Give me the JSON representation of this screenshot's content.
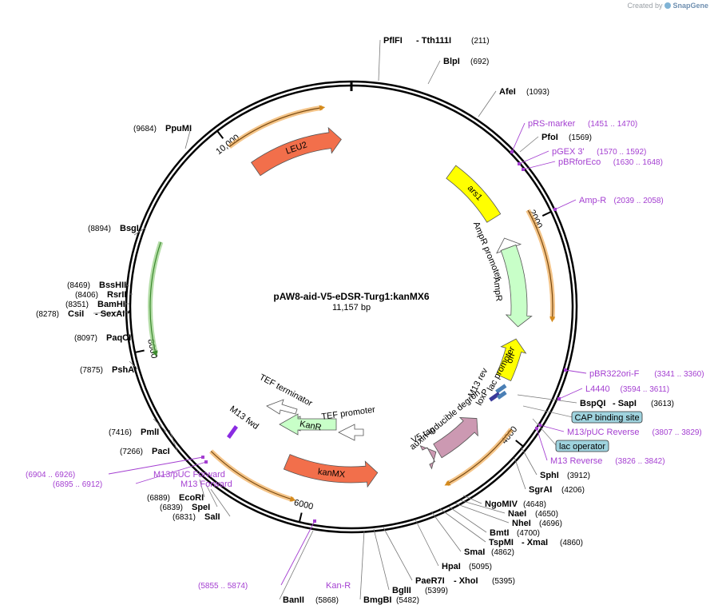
{
  "credit": {
    "prefix": "Created by",
    "brand": "SnapGene"
  },
  "plasmid": {
    "name": "pAW8-aid-V5-eDSR-Turg1:kanMX6",
    "size_label": "11,157 bp"
  },
  "ticks": [
    {
      "label": "2000",
      "bp": 2000
    },
    {
      "label": "4000",
      "bp": 4000
    },
    {
      "label": "6000",
      "bp": 6000
    },
    {
      "label": "8000",
      "bp": 8000
    },
    {
      "label": "10,000",
      "bp": 10000
    }
  ],
  "features": [
    {
      "name": "LEU2",
      "start": 10080,
      "end": 11050,
      "strand": 1,
      "color": "#f26f4b",
      "track": 1,
      "label_inside": true
    },
    {
      "name": "ars1",
      "start": 1130,
      "end": 1800,
      "strand": 0,
      "color": "#ffff00",
      "track": 1,
      "label_inside": true
    },
    {
      "name": "AmpR promoter",
      "start": 2040,
      "end": 2150,
      "strand": -1,
      "color": "#ffffff",
      "track": 1,
      "label_inside": false
    },
    {
      "name": "AmpR",
      "start": 2150,
      "end": 3000,
      "strand": 1,
      "color": "#c8ffc8",
      "track": 1,
      "label_inside": false
    },
    {
      "name": "ori",
      "start": 3130,
      "end": 3560,
      "strand": -1,
      "color": "#ffff00",
      "track": 1,
      "label_inside": true
    },
    {
      "name": "kanMX",
      "start": 5300,
      "end": 6280,
      "strand": -1,
      "color": "#f26f4b",
      "track": 1,
      "label_inside": true
    },
    {
      "name": "auxin-inducible degron",
      "start": 4080,
      "end": 4620,
      "strand": -1,
      "color": "#cc99b2",
      "track": 1,
      "label_inside": false
    },
    {
      "name": "V5 tag",
      "start": 4640,
      "end": 4700,
      "strand": -1,
      "color": "#cc99b2",
      "track": 1,
      "label_inside": false
    }
  ],
  "free_arrows": [
    {
      "name": "KanR",
      "color": "#c8ffc8",
      "label_inside": true
    },
    {
      "name": "TEF terminator",
      "color": "#ffffff",
      "label_inside": false
    },
    {
      "name": "TEF promoter",
      "color": "#ffffff",
      "label_inside": false
    },
    {
      "name": "M13 fwd",
      "color": "#8a2be2",
      "label_inside": false
    }
  ],
  "small_features": [
    {
      "name": "M13 rev"
    },
    {
      "name": "loxP"
    },
    {
      "name": "lac promoter"
    }
  ],
  "inner_arcs": [
    {
      "start": 10000,
      "end": 10900,
      "color": "#f0b060",
      "strand": 1
    },
    {
      "start": 1900,
      "end": 2900,
      "color": "#f0b060",
      "strand": 1
    },
    {
      "start": 3950,
      "end": 4700,
      "color": "#f0b060",
      "strand": 1
    },
    {
      "start": 6100,
      "end": 6950,
      "color": "#f0b060",
      "strand": -1
    },
    {
      "start": 7950,
      "end": 8950,
      "color": "#9bd28a",
      "strand": -1
    }
  ],
  "enzymes": [
    {
      "name": "PflFI",
      "name2": "Tth111I",
      "pos": "(211)"
    },
    {
      "name": "BlpI",
      "pos": "(692)"
    },
    {
      "name": "AfeI",
      "pos": "(1093)"
    },
    {
      "name": "PfoI",
      "pos": "(1569)"
    },
    {
      "name": "BspQI",
      "name2": "SapI",
      "pos": "(3613)"
    },
    {
      "name": "SphI",
      "pos": "(3912)"
    },
    {
      "name": "SgrAI",
      "pos": "(4206)"
    },
    {
      "name": "NgoMIV",
      "pos": "(4648)"
    },
    {
      "name": "NaeI",
      "pos": "(4650)"
    },
    {
      "name": "NheI",
      "pos": "(4696)"
    },
    {
      "name": "BmtI",
      "pos": "(4700)"
    },
    {
      "name": "TspMI",
      "name2": "XmaI",
      "pos": "(4860)"
    },
    {
      "name": "SmaI",
      "pos": "(4862)"
    },
    {
      "name": "HpaI",
      "pos": "(5095)"
    },
    {
      "name": "PaeR7I",
      "name2": "XhoI",
      "pos": "(5395)"
    },
    {
      "name": "BglII",
      "pos": "(5399)"
    },
    {
      "name": "BmgBI",
      "pos": "(5482)"
    },
    {
      "name": "BanII",
      "pos": "(5868)"
    },
    {
      "name": "SalI",
      "pos": "(6831)"
    },
    {
      "name": "SpeI",
      "pos": "(6839)"
    },
    {
      "name": "EcoRI",
      "pos": "(6889)"
    },
    {
      "name": "PacI",
      "pos": "(7266)"
    },
    {
      "name": "PmlI",
      "pos": "(7416)"
    },
    {
      "name": "PshAI",
      "pos": "(7875)"
    },
    {
      "name": "PaqCI",
      "pos": "(8097)"
    },
    {
      "name": "CsiI",
      "name2": "SexAI *",
      "pos": "(8278)"
    },
    {
      "name": "BamHI",
      "pos": "(8351)"
    },
    {
      "name": "RsrII",
      "pos": "(8406)"
    },
    {
      "name": "BssHII",
      "pos": "(8469)"
    },
    {
      "name": "BsgI",
      "pos": "(8894)"
    },
    {
      "name": "PpuMI",
      "pos": "(9684)"
    }
  ],
  "primers": [
    {
      "name": "pRS-marker",
      "pos": "(1451 .. 1470)"
    },
    {
      "name": "pGEX 3'",
      "pos": "(1570 .. 1592)"
    },
    {
      "name": "pBRforEco",
      "pos": "(1630 .. 1648)"
    },
    {
      "name": "Amp-R",
      "pos": "(2039 .. 2058)"
    },
    {
      "name": "pBR322ori-F",
      "pos": "(3341 .. 3360)"
    },
    {
      "name": "L4440",
      "pos": "(3594 .. 3611)"
    },
    {
      "name": "M13/pUC Reverse",
      "pos": "(3807 .. 3829)"
    },
    {
      "name": "M13 Reverse",
      "pos": "(3826 .. 3842)"
    },
    {
      "name": "Kan-R",
      "pos": "(5855 .. 5874)"
    },
    {
      "name": "M13/pUC Forward",
      "pos": "(6904 .. 6926)"
    },
    {
      "name": "M13 Forward",
      "pos": "(6895 .. 6912)"
    }
  ],
  "boxed_features": [
    {
      "name": "CAP binding site",
      "color": "#9fd3de"
    },
    {
      "name": "lac operator",
      "color": "#9fd3de"
    }
  ]
}
